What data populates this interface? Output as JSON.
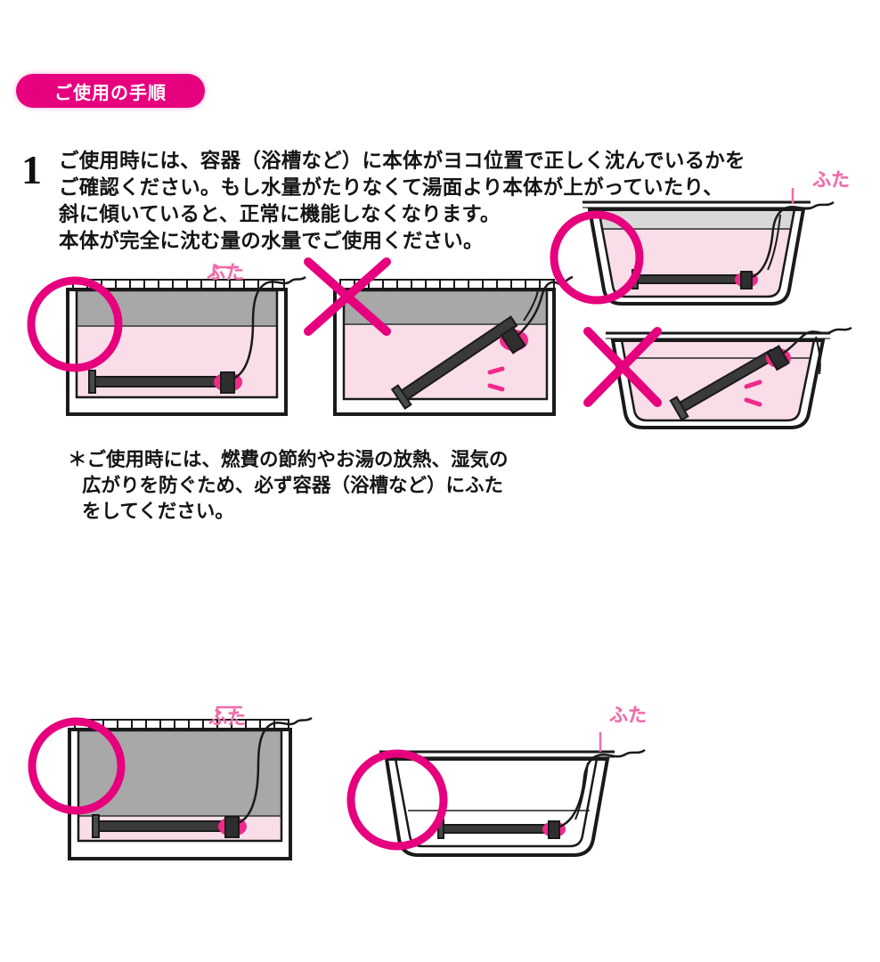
{
  "document": {
    "language": "ja",
    "section_badge": {
      "label": "ご使用の手順",
      "color": "#e6007e"
    },
    "step": {
      "number": "1",
      "lines": [
        "ご使用時には、容器（浴槽など）に本体がヨコ位置で正しく沈んでいるかを",
        "ご確認ください。もし水量がたりなくて湯面より本体が上がっていたり、",
        "斜に傾いていると、正常に機能しなくなります。",
        "本体が完全に沈む量の水量でご使用ください。"
      ]
    },
    "note": {
      "lines": [
        "＊ご使用時には、燃費の節約やお湯の放熱、湿気の",
        "広がりを防ぐため、必ず容器（浴槽など）にふた",
        "をしてください。"
      ]
    },
    "captions": {
      "lid_1": "ふた",
      "lid_3": "ふた",
      "lid_5": "ふた",
      "lid_6": "ふた"
    },
    "colors": {
      "accent_pink": "#e6007e",
      "label_pink": "#f06aa8",
      "water_pink": "#f9dde8",
      "lid_gray": "#a8a8a8",
      "outline": "#1a1a1a"
    },
    "figures": [
      {
        "id": "fig-1",
        "name": "correct-rectangular-tub",
        "tub_shape": "rectangular",
        "heater_orientation": "horizontal",
        "water_level": "full",
        "marker": "circle-highlight",
        "marker_meaning": "correct",
        "lid_label": "ふた"
      },
      {
        "id": "fig-2",
        "name": "incorrect-rectangular-tub-tilted",
        "tub_shape": "rectangular",
        "heater_orientation": "diagonal",
        "water_level": "full",
        "marker": "cross-mark",
        "marker_meaning": "incorrect"
      },
      {
        "id": "fig-3",
        "name": "correct-trapezoid-tub",
        "tub_shape": "trapezoid",
        "heater_orientation": "horizontal",
        "water_level": "full",
        "marker": "circle-highlight",
        "marker_meaning": "correct",
        "lid_label": "ふた"
      },
      {
        "id": "fig-4",
        "name": "incorrect-trapezoid-tub-tilted",
        "tub_shape": "trapezoid",
        "heater_orientation": "diagonal",
        "water_level": "full",
        "marker": "cross-mark",
        "marker_meaning": "incorrect"
      },
      {
        "id": "fig-5",
        "name": "low-water-rectangular-tub",
        "tub_shape": "rectangular",
        "heater_orientation": "horizontal",
        "water_level": "low",
        "marker": "circle-highlight",
        "lid_label": "ふた"
      },
      {
        "id": "fig-6",
        "name": "empty-trapezoid-tub",
        "tub_shape": "trapezoid",
        "heater_orientation": "horizontal",
        "water_level": "empty",
        "marker": "circle-highlight",
        "lid_label": "ふた"
      }
    ]
  }
}
